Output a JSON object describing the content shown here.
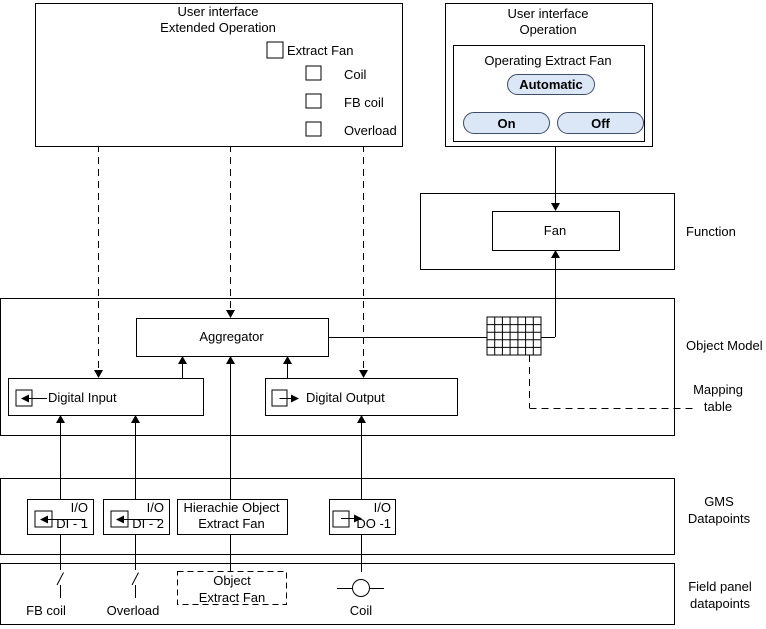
{
  "extended_ui": {
    "title_line1": "User interface",
    "title_line2": "Extended Operation",
    "tree": {
      "root_label": "Extract Fan",
      "children": [
        {
          "label": "Coil",
          "direction": "out"
        },
        {
          "label": "FB coil",
          "direction": "in"
        },
        {
          "label": "Overload",
          "direction": "in"
        }
      ]
    }
  },
  "operation_ui": {
    "title_line1": "User interface",
    "title_line2": "Operation",
    "panel_title": "Operating Extract Fan",
    "buttons": {
      "automatic": "Automatic",
      "on": "On",
      "off": "Off"
    }
  },
  "function_band": {
    "label": "Function",
    "fan_label": "Fan"
  },
  "object_model_band": {
    "label": "Object Model",
    "mapping_label_line1": "Mapping",
    "mapping_label_line2": "table",
    "aggregator_label": "Aggregator",
    "digital_input_label": "Digital Input",
    "digital_output_label": "Digital Output"
  },
  "gms_band": {
    "label_line1": "GMS",
    "label_line2": "Datapoints",
    "boxes": [
      {
        "line1": "I/O",
        "line2": "DI - 1"
      },
      {
        "line1": "I/O",
        "line2": "DI - 2"
      },
      {
        "line1": "Hierachie Object",
        "line2": "Extract Fan"
      },
      {
        "line1": "I/O",
        "line2": "DO -1"
      }
    ]
  },
  "field_band": {
    "label_line1": "Field panel",
    "label_line2": "datapoints",
    "fb_coil_label": "FB coil",
    "overload_label": "Overload",
    "object_box_line1": "Object",
    "object_box_line2": "Extract Fan",
    "coil_label": "Coil"
  },
  "icons": {
    "tree_root": "square-node-icon",
    "output_point": "square-arrow-out-icon",
    "input_point": "square-arrow-in-icon",
    "mapping_grid": "grid-matrix-icon",
    "contact": "electrical-contact-icon",
    "coil": "electrical-coil-icon"
  },
  "colors": {
    "line": "#000000",
    "background": "#ffffff",
    "button_fill": "#dbe6f7",
    "button_border": "#3d4d66"
  }
}
